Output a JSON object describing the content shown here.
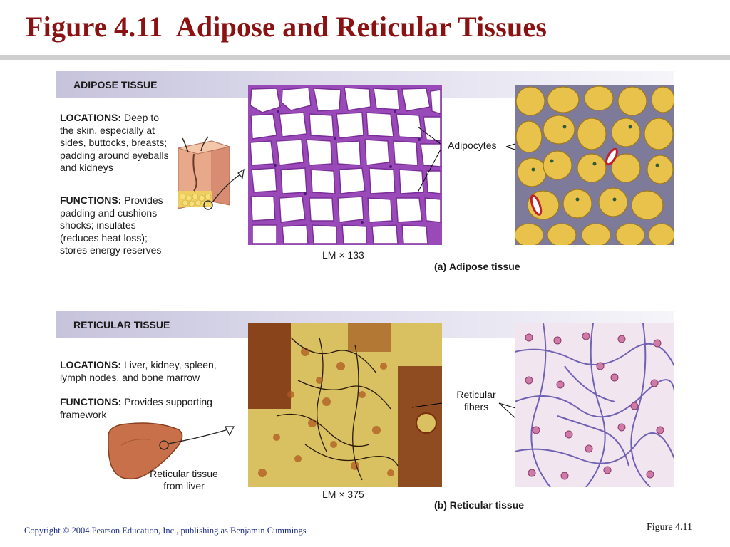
{
  "slide": {
    "title": "Figure 4.11  Adipose and Reticular Tissues",
    "copyright": "Copyright © 2004 Pearson Education, Inc., publishing as Benjamin Cummings",
    "figure_label": "Figure 4.11"
  },
  "adipose": {
    "header": "ADIPOSE TISSUE",
    "locations_label": "LOCATIONS:",
    "locations_text": " Deep to the skin, especially at sides, buttocks, breasts; padding around eyeballs and kidneys",
    "functions_label": "FUNCTIONS:",
    "functions_text": " Provides padding and cushions shocks; insulates (reduces heat loss); stores energy reserves",
    "micrograph_scale": "LM × 133",
    "callout": "Adipocytes",
    "caption_letter": "(a)",
    "caption_text": "Adipose tissue"
  },
  "reticular": {
    "header": "RETICULAR TISSUE",
    "locations_label": "LOCATIONS:",
    "locations_text": " Liver, kidney, spleen, lymph nodes, and bone marrow",
    "functions_label": "FUNCTIONS:",
    "functions_text": " Provides supporting framework",
    "organ_label": "Reticular tissue from liver",
    "micrograph_scale": "LM × 375",
    "callout": "Reticular fibers",
    "caption_letter": "(b)",
    "caption_text": "Reticular tissue"
  },
  "colors": {
    "title": "#8b1212",
    "copyright": "#1d2e8a",
    "adipose_stain": "#8a3aa8",
    "adipocyte_fill": "#e8c24a",
    "reticular_stain": "#7a2e10",
    "liver": "#c8704a"
  }
}
